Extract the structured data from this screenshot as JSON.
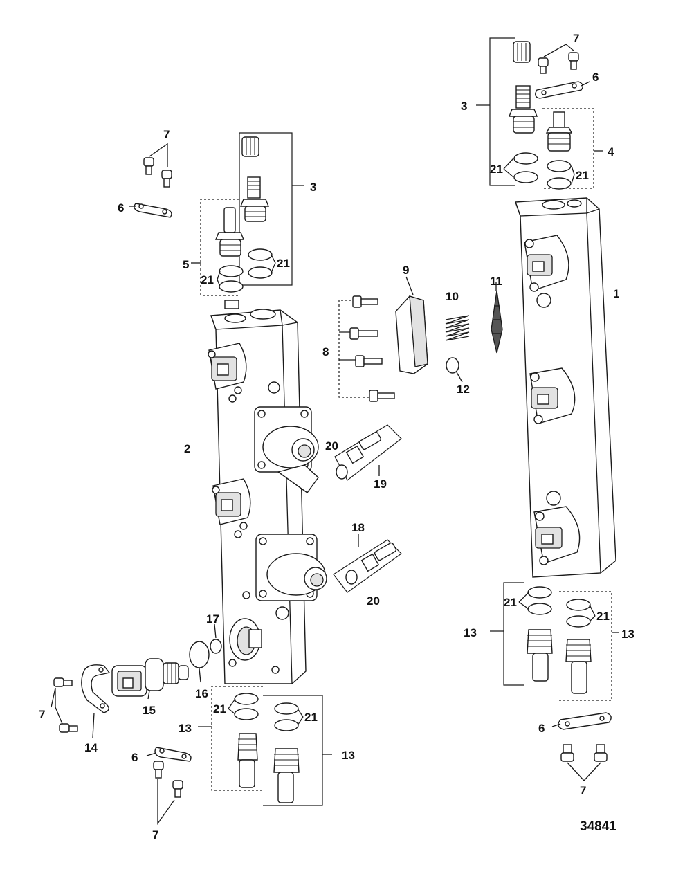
{
  "figure_number": "34841",
  "callouts": {
    "r_7_top": "7",
    "r_6_top": "6",
    "r_3_top": "3",
    "r_4": "4",
    "r_21_a": "21",
    "r_21_b": "21",
    "l_7_top": "7",
    "l_3": "3",
    "l_6": "6",
    "l_5": "5",
    "l_21_a": "21",
    "l_21_b": "21",
    "m_9": "9",
    "m_10": "10",
    "m_11": "11",
    "m_1": "1",
    "m_8": "8",
    "m_12": "12",
    "m_2": "2",
    "m_20_a": "20",
    "m_19": "19",
    "m_18": "18",
    "m_20_b": "20",
    "m_17": "17",
    "m_16": "16",
    "m_15": "15",
    "m_14": "14",
    "l_7_mid": "7",
    "l_13_a": "13",
    "l_21_c": "21",
    "l_21_d": "21",
    "l_13_b": "13",
    "l_6_bot": "6",
    "l_7_bot": "7",
    "r_21_c": "21",
    "r_21_d": "21",
    "r_13_a": "13",
    "r_13_b": "13",
    "r_6_bot": "6",
    "r_7_bot": "7"
  }
}
